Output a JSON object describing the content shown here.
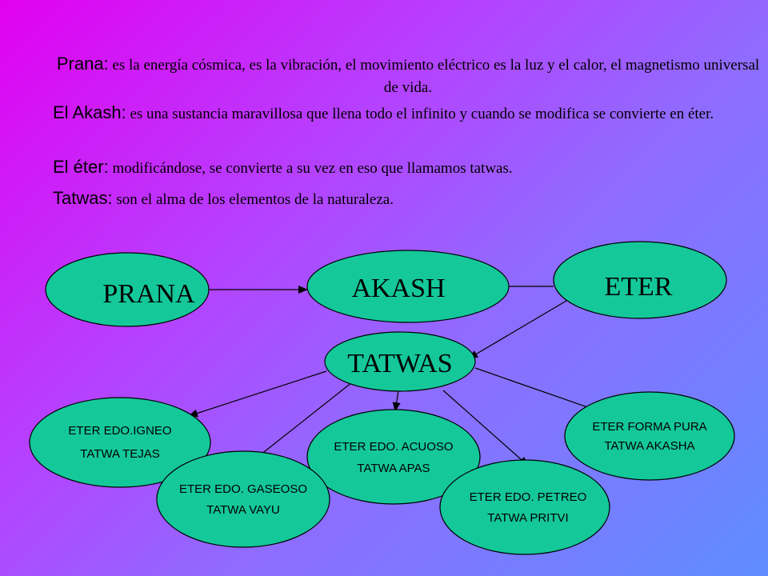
{
  "paragraphs": [
    {
      "term": "Prana:",
      "text": " es la energía cósmica, es la vibración, el movimiento eléctrico es la luz y el calor, el magnetismo universal de vida."
    },
    {
      "term": "El Akash:",
      "text": " es una sustancia maravillosa que llena todo el infinito y cuando se modifica se convierte en éter."
    },
    {
      "term": "El éter:",
      "text": " modificándose, se convierte a su vez en eso que llamamos tatwas."
    },
    {
      "term": "Tatwas:",
      "text": " son el alma de los elementos de la naturaleza."
    }
  ],
  "nodes": {
    "prana": "PRANA",
    "akash": "AKASH",
    "eter": "ETER",
    "tatwas": "TATWAS",
    "igneo": [
      "ETER EDO.IGNEO",
      "TATWA TEJAS"
    ],
    "gaseoso": [
      "ETER EDO. GASEOSO",
      "TATWA VAYU"
    ],
    "acuoso": [
      "ETER EDO. ACUOSO",
      "TATWA APAS"
    ],
    "petreo": [
      "ETER EDO. PETREO",
      "TATWA PRITVI"
    ],
    "forma_pura": [
      "ETER FORMA PURA",
      "TATWA AKASHA"
    ]
  },
  "colors": {
    "node_fill": "#14c89a",
    "background_top": "#e200f0",
    "background_bottom": "#5f8dff"
  }
}
